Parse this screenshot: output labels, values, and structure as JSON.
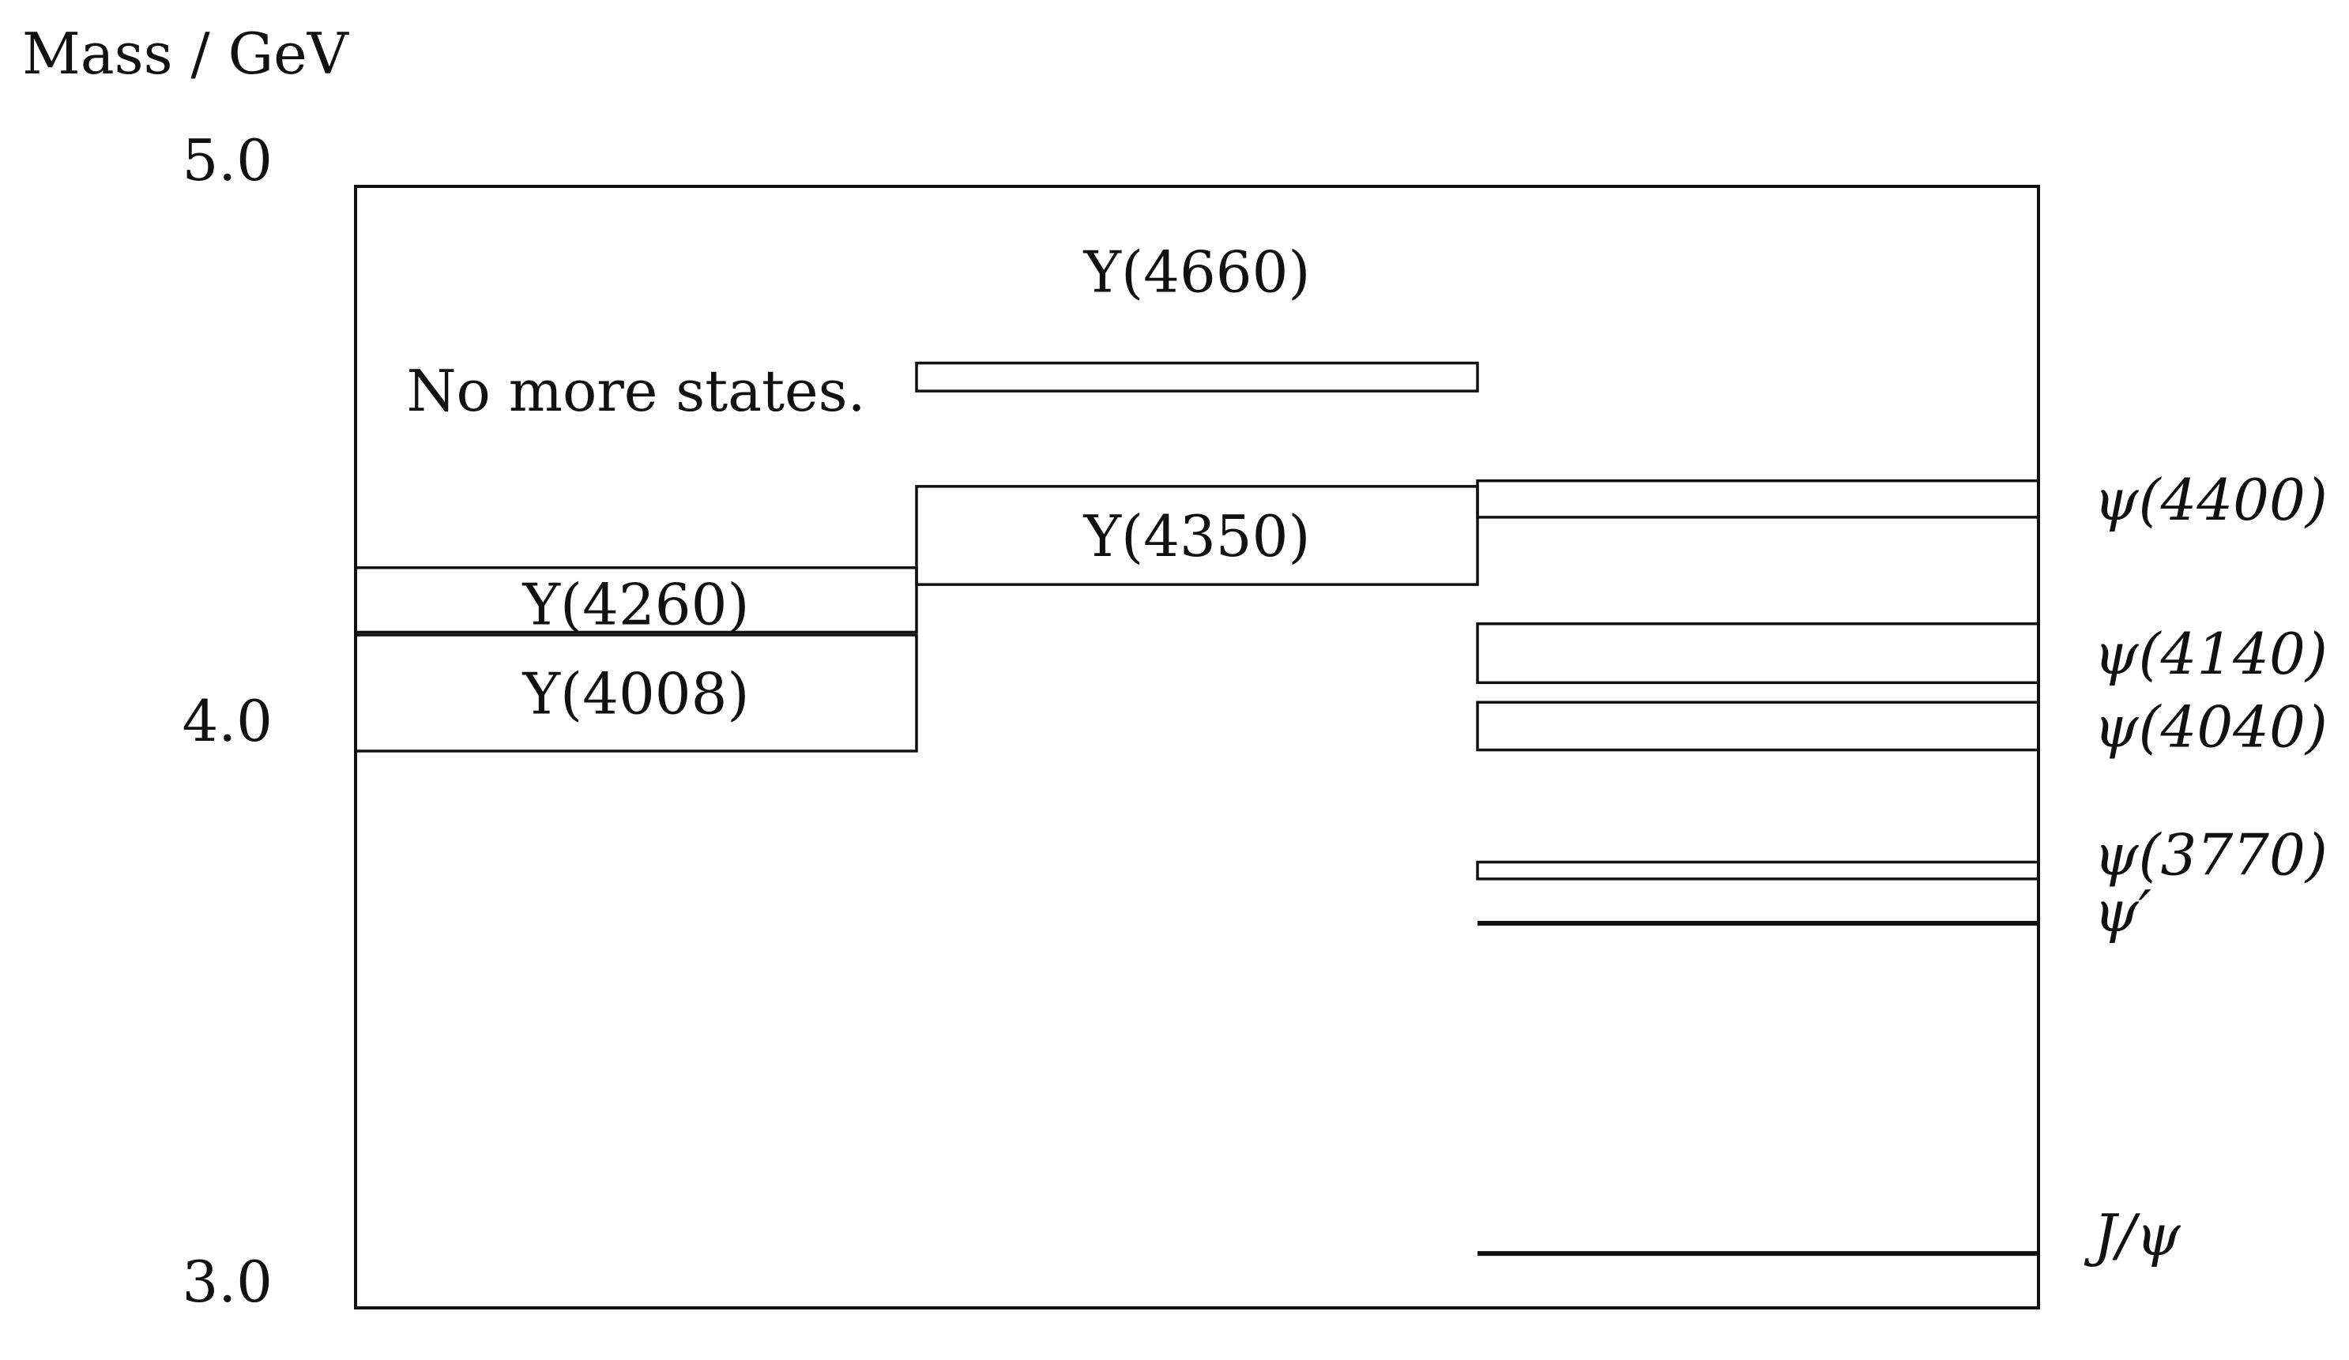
{
  "axis": {
    "title": "Mass / GeV",
    "ticks": [
      {
        "label": "5.0",
        "value": 5.0
      },
      {
        "label": "4.0",
        "value": 4.0
      },
      {
        "label": "3.0",
        "value": 3.0
      }
    ],
    "range": [
      3.0,
      5.0
    ]
  },
  "columns": [
    {
      "id": "col-1",
      "note": "No more states.",
      "states": [
        {
          "id": "y4008",
          "label": "Y(4008)",
          "low": 3.993,
          "high": 4.2,
          "kind": "band"
        },
        {
          "id": "y4260",
          "label": "Y(4260)",
          "low": 4.205,
          "high": 4.32,
          "kind": "band"
        }
      ]
    },
    {
      "id": "col-2",
      "note": "",
      "states": [
        {
          "id": "y4350",
          "label": "Y(4350)",
          "low": 4.29,
          "high": 4.465,
          "kind": "band"
        },
        {
          "id": "y4660",
          "label": "Y(4660)",
          "low": 4.635,
          "high": 4.685,
          "kind": "band"
        }
      ]
    },
    {
      "id": "col-3",
      "note": "",
      "states": [
        {
          "id": "jpsi",
          "label": "J/ψ",
          "value": 3.097,
          "kind": "line"
        },
        {
          "id": "psi2s",
          "label": "ψ′",
          "value": 3.686,
          "kind": "line"
        },
        {
          "id": "psi3770",
          "label": "ψ(3770)",
          "low": 3.765,
          "high": 3.795,
          "kind": "band"
        },
        {
          "id": "psi4040",
          "label": "ψ(4040)",
          "low": 3.995,
          "high": 4.08,
          "kind": "band"
        },
        {
          "id": "psi4140",
          "label": "ψ(4140)",
          "low": 4.115,
          "high": 4.22,
          "kind": "band"
        },
        {
          "id": "psi4400",
          "label": "ψ(4400)",
          "low": 4.41,
          "high": 4.475,
          "kind": "band"
        }
      ]
    }
  ]
}
